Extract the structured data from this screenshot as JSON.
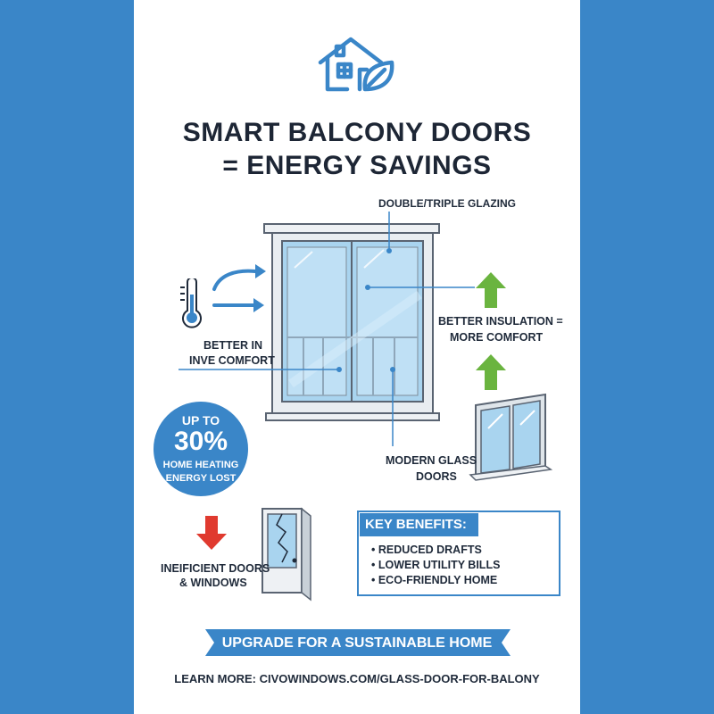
{
  "title": {
    "line1": "SMART BALCONY DOORS",
    "line2": "= ENERGY SAVINGS"
  },
  "labels": {
    "glazing": "DOUBLE/TRIPLE GLAZING",
    "insulation_1": "BETTER INSULATION =",
    "insulation_2": "MORE COMFORT",
    "indoor_1": "BETTER IN",
    "indoor_2": "INVE COMFORT",
    "modern_1": "MODERN GLASS",
    "modern_2": "DOORS",
    "inefficient_1": "INEIFICIENT DOORS",
    "inefficient_2": "& WINDOWS"
  },
  "badge": {
    "prefix": "UP TO",
    "value": "30%",
    "line1": "HOME HEATING",
    "line2": "ENERGY LOST"
  },
  "benefits": {
    "heading": "KEY BENEFITS:",
    "items": [
      "• REDUCED DRAFTS",
      "• LOWER UTILITY BILLS",
      "• ECO-FRIENDLY HOME"
    ]
  },
  "ribbon": "UPGRADE FOR A SUSTAINABLE HOME",
  "footer": "LEARN MORE: CIVOWINDOWS.COM/GLASS-DOOR-FOR-BALONY",
  "colors": {
    "background": "#3a86c8",
    "accent": "#3a86c8",
    "green": "#6ab43f",
    "red": "#e03a2f",
    "text": "#1f2a3a"
  },
  "icons": [
    "house-leaf-icon",
    "thermometer-icon",
    "window-icon",
    "arrow-up-icon",
    "arrow-down-icon",
    "broken-door-icon"
  ]
}
